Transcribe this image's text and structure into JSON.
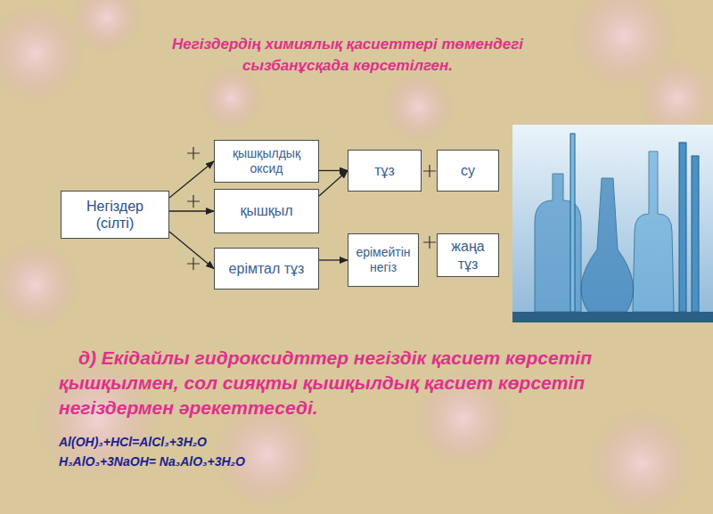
{
  "diagram": {
    "title": "Негіздердің химиялық қасиеттері төмендегі сызбанұсқада көрсетілген.",
    "nodes": [
      {
        "text": [
          "Негіздер (сілті)"
        ]
      },
      {
        "text": [
          "қышқылдық оксид"
        ]
      },
      {
        "text": [
          "қышқыл"
        ]
      },
      {
        "text": [
          "ерімтал тұз"
        ]
      },
      {
        "text": [
          "тұз"
        ]
      },
      {
        "text": [
          "су"
        ]
      },
      {
        "text": [
          "ерімейтін негіз"
        ]
      },
      {
        "text": [
          "жаңа тұз"
        ]
      }
    ],
    "edges": [
      {
        "from": 0,
        "to": 1,
        "arrow": "to"
      },
      {
        "from": 0,
        "to": 2,
        "arrow": "to"
      },
      {
        "from": 0,
        "to": 3,
        "arrow": "to"
      },
      {
        "from": 1,
        "to": 4,
        "arrow": "to"
      },
      {
        "from": 2,
        "to": 4,
        "arrow": "to"
      },
      {
        "from": 3,
        "to": 6,
        "arrow": "to"
      }
    ],
    "labels": [
      "д) Екідайлы гидроксидттер негіздік қасиет көрсетіп қышқылмен, сол сияқты қышқылдық қасиет көрсетіп негіздермен әрекеттеседі.",
      "Al(OH)₃+HCl=AlCl₃+3H₂O",
      "H₃AlO₃+3NaOH= Na₃AlO₃+3H₂O"
    ]
  }
}
